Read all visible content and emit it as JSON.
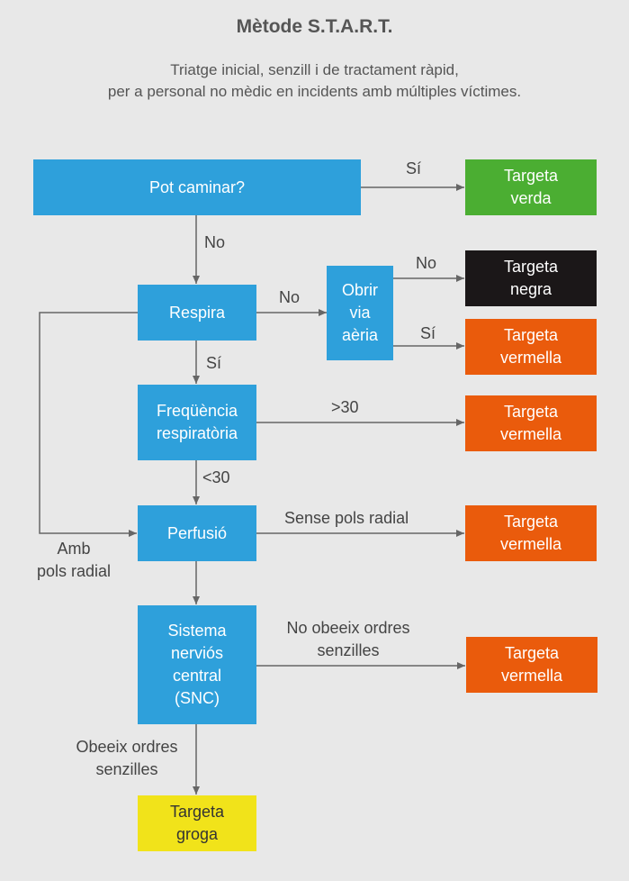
{
  "header": {
    "title": "Mètode S.T.A.R.T.",
    "subtitle_line1": "Triatge inicial, senzill i de tractament ràpid,",
    "subtitle_line2": "per a personal no mèdic en incidents amb múltiples víctimes."
  },
  "colors": {
    "background": "#e8e8e8",
    "decision": "#2ea0db",
    "green": "#4bae32",
    "black": "#1b1718",
    "red": "#ea5b0c",
    "yellow": "#f1e31a",
    "connector": "#666666"
  },
  "nodes": {
    "walk": "Pot caminar?",
    "breathe": "Respira",
    "airway": [
      "Obrir",
      "via",
      "aèria"
    ],
    "resp_rate": [
      "Freqüència",
      "respiratòria"
    ],
    "perfusion": "Perfusió",
    "cns": [
      "Sistema",
      "nerviós",
      "central",
      "(SNC)"
    ]
  },
  "outcomes": {
    "green": [
      "Targeta",
      "verda"
    ],
    "black": [
      "Targeta",
      "negra"
    ],
    "red_airway": [
      "Targeta",
      "vermella"
    ],
    "red_rate": [
      "Targeta",
      "vermella"
    ],
    "red_perfusion": [
      "Targeta",
      "vermella"
    ],
    "red_cns": [
      "Targeta",
      "vermella"
    ],
    "yellow": [
      "Targeta",
      "groga"
    ]
  },
  "edge_labels": {
    "walk_yes": "Sí",
    "walk_no": "No",
    "breathe_no": "No",
    "breathe_yes": "Sí",
    "airway_no": "No",
    "airway_yes": "Sí",
    "rate_high": ">30",
    "rate_low": "<30",
    "perfusion_none": "Sense pols radial",
    "radial_pulse": [
      "Amb",
      "pols radial"
    ],
    "cns_no": [
      "No obeeix ordres",
      "senzilles"
    ],
    "cns_yes": [
      "Obeeix ordres",
      "senzilles"
    ]
  }
}
